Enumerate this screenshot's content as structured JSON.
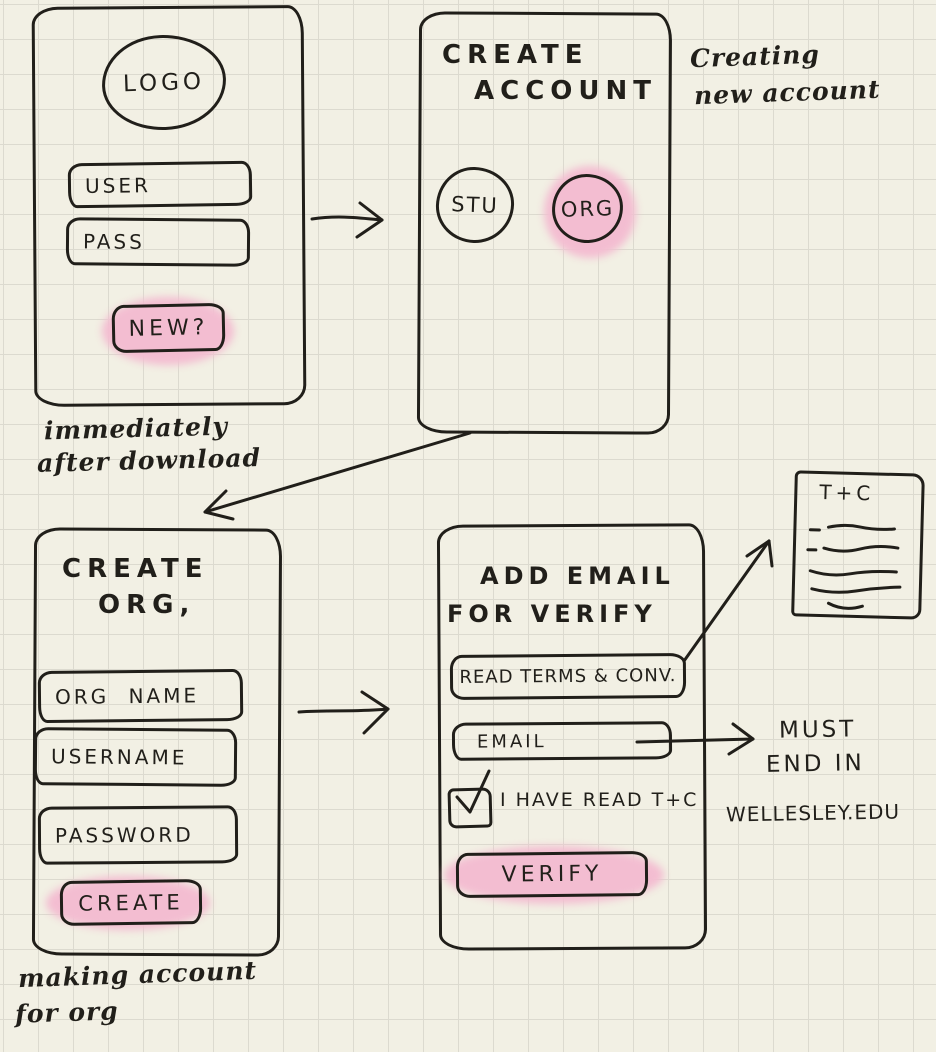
{
  "screens": {
    "login": {
      "logo": "LOGO",
      "user_field": "USER",
      "pass_field": "PASS",
      "new_button": "NEW?"
    },
    "create_account": {
      "title_line1": "CREATE",
      "title_line2": "ACCOUNT",
      "option_student": "STU",
      "option_org": "ORG"
    },
    "create_org": {
      "title_line1": "CREATE",
      "title_line2": "ORG,",
      "org_name_field": "ORG NAME",
      "username_field": "USERNAME",
      "password_field": "PASSWORD",
      "create_button": "CREATE"
    },
    "verify_email": {
      "title_line1": "ADD EMAIL",
      "title_line2": "FOR VERIFY",
      "read_terms_button": "READ TERMS & CONV.",
      "email_field": "EMAIL",
      "checkbox_label": "I HAVE READ T+C",
      "verify_button": "VERIFY"
    }
  },
  "terms_doc": {
    "title": "T+C"
  },
  "annotations": {
    "creating_line1": "Creating",
    "creating_line2": "new account",
    "immediately_line1": "immediately",
    "immediately_line2": "after download",
    "making_line1": "making account",
    "making_line2": "for org",
    "must_line1": "MUST",
    "must_line2": "END IN",
    "must_line3": "WELLESLEY.EDU"
  },
  "colors": {
    "paper": "#f2f0e4",
    "grid_line": "#dcdacf",
    "ink": "#211f1a",
    "highlight_pink": "#f3bdd1"
  }
}
